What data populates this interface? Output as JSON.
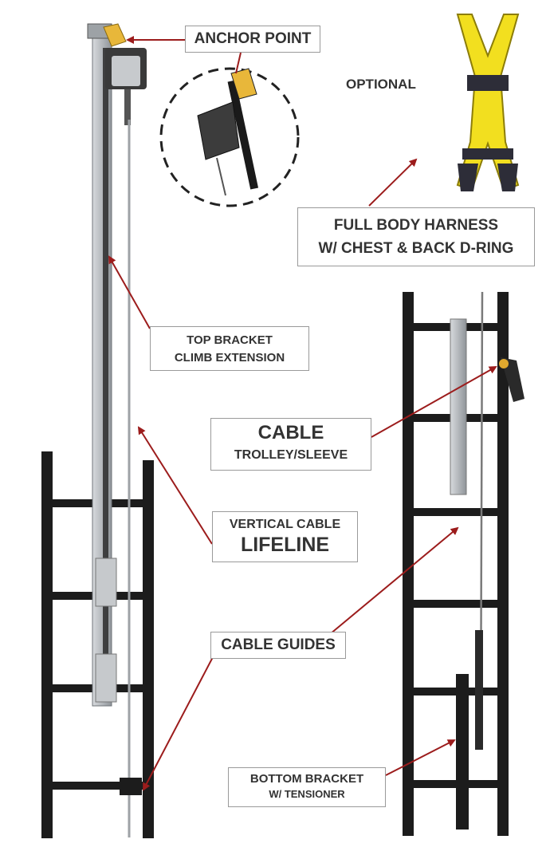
{
  "labels": {
    "anchor_point": "ANCHOR POINT",
    "optional": "OPTIONAL",
    "harness_line1": "FULL BODY HARNESS",
    "harness_line2": "W/ CHEST & BACK D-RING",
    "top_bracket_line1": "TOP BRACKET",
    "top_bracket_line2": "CLIMB EXTENSION",
    "cable_line1": "CABLE",
    "cable_line2": "TROLLEY/SLEEVE",
    "lifeline_line1": "VERTICAL CABLE",
    "lifeline_line2": "LIFELINE",
    "cable_guides": "CABLE GUIDES",
    "bottom_bracket_line1": "BOTTOM BRACKET",
    "bottom_bracket_line2": "W/ TENSIONER"
  },
  "colors": {
    "arrow": "#9c1c1c",
    "ladder": "#1c1c1c",
    "steel": "#b8bcc0",
    "harness_yellow": "#f2df1f",
    "harness_strap": "#2d2d38",
    "label_border": "#9a9a9a"
  }
}
